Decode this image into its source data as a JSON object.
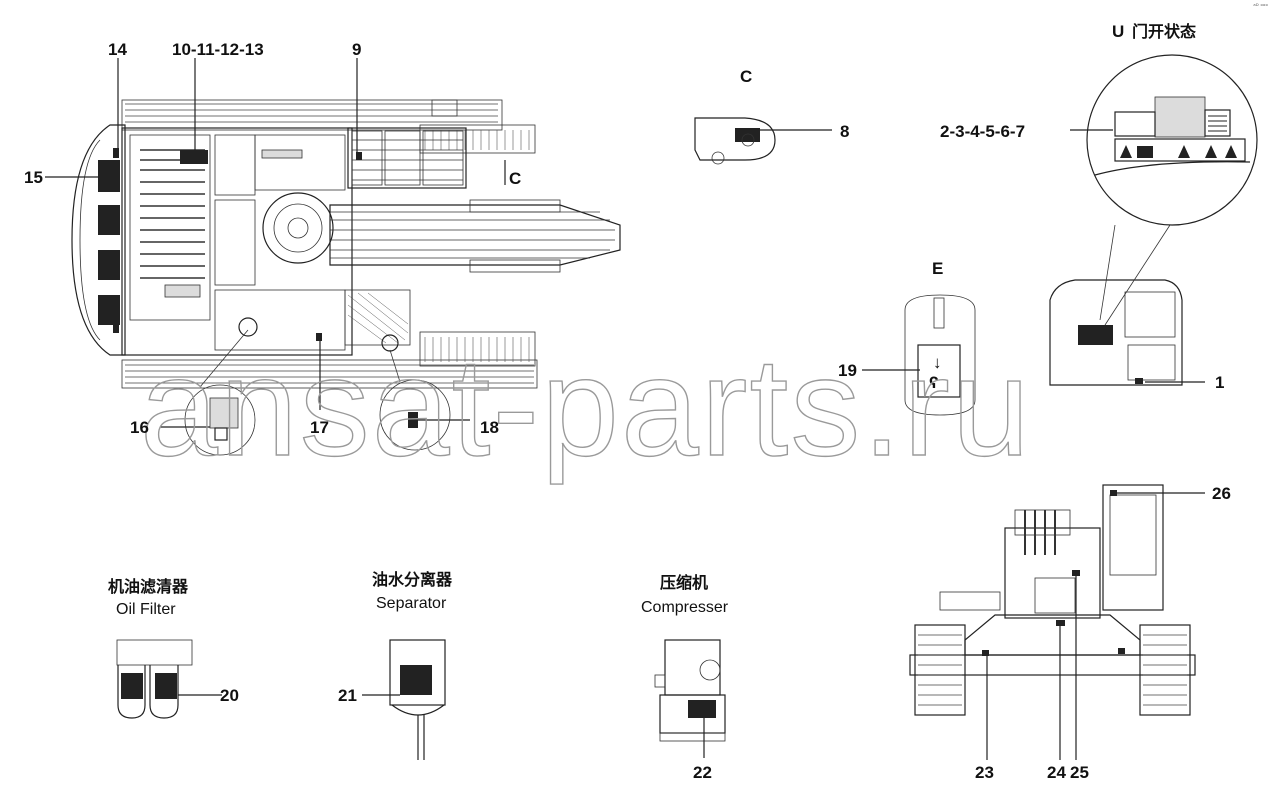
{
  "corner_tag": "ᵃᴰ ᵒᵒᵒ",
  "watermark": "ansat-parts.ru",
  "views": {
    "C_label": "C",
    "C_arrow_label": "C",
    "E_label": "E",
    "U_label": "U",
    "U_caption": "门开状态"
  },
  "callouts": {
    "n1": "1",
    "n2_7": "2-3-4-5-6-7",
    "n8": "8",
    "n9": "9",
    "n10_13": "10-11-12-13",
    "n14": "14",
    "n15": "15",
    "n16": "16",
    "n17": "17",
    "n18": "18",
    "n19": "19",
    "n20": "20",
    "n21": "21",
    "n22": "22",
    "n23": "23",
    "n24": "24",
    "n25": "25",
    "n26": "26"
  },
  "components": {
    "oil_filter_cn": "机油滤清器",
    "oil_filter_en": "Oil Filter",
    "separator_cn": "油水分离器",
    "separator_en": "Separator",
    "compressor_cn": "压缩机",
    "compressor_en": "Compresser"
  }
}
